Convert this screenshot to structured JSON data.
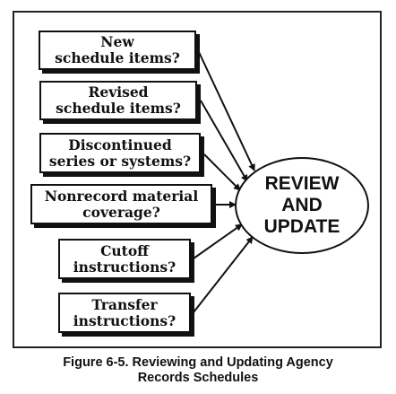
{
  "diagram": {
    "questions": [
      "New\nschedule items?",
      "Revised\nschedule items?",
      "Discontinued\nseries or systems?",
      "Nonrecord  material\ncoverage?",
      "Cutoff\ninstructions?",
      "Transfer\ninstructions?"
    ],
    "target": "REVIEW\nAND\nUPDATE",
    "caption": "Figure 6-5. Reviewing and Updating Agency\nRecords Schedules"
  }
}
